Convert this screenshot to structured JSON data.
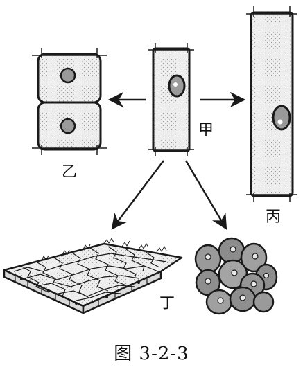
{
  "labels": {
    "jia": "甲",
    "yi": "乙",
    "bing": "丙",
    "ding": "丁"
  },
  "caption": "图 3-2-3",
  "colors": {
    "ink": "#1a1a1a",
    "cell_fill": "#e9e9e9",
    "cell_fill_light": "#f2f2f2",
    "nucleus_fill": "#9a9a9a"
  }
}
